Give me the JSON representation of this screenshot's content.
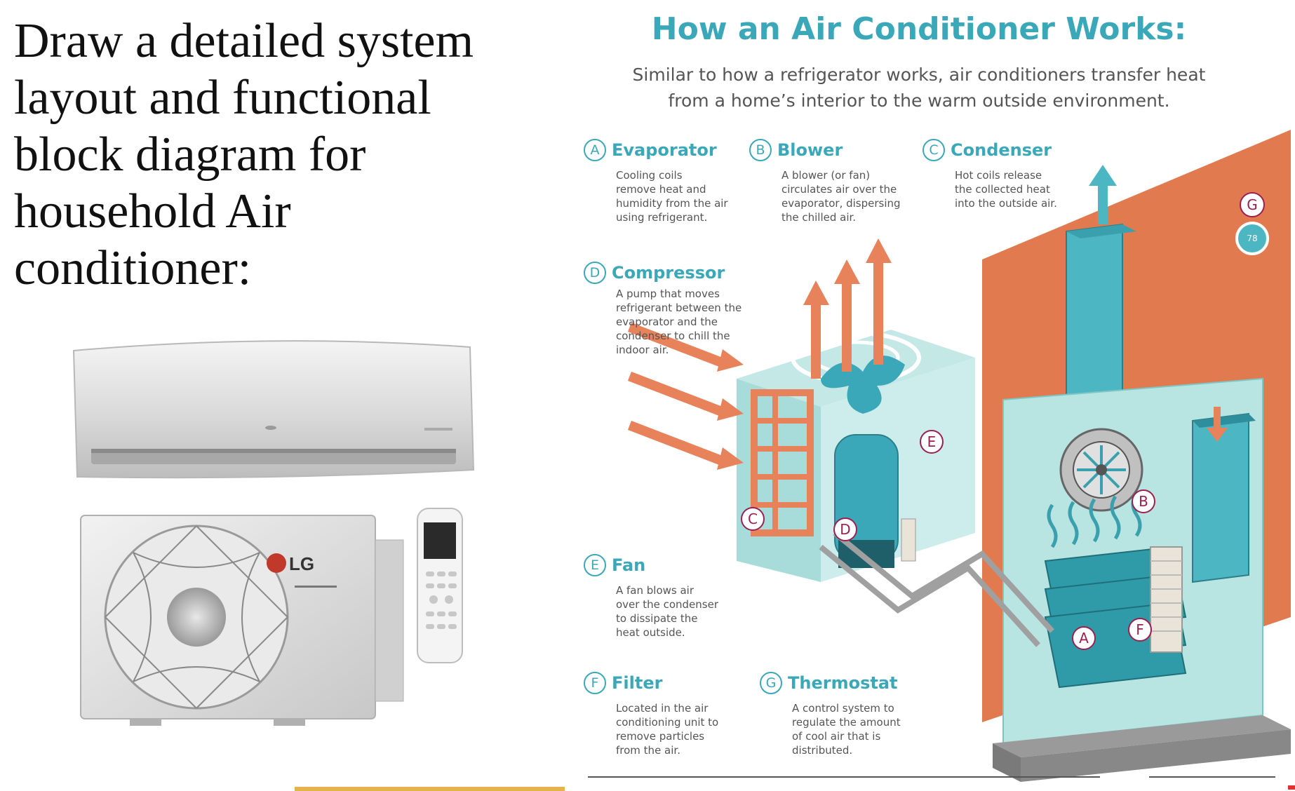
{
  "question": {
    "lines": [
      "Draw a detailed system",
      "layout and functional",
      "block diagram for",
      "household Air",
      "conditioner:"
    ]
  },
  "infographic": {
    "title": "How an Air Conditioner Works:",
    "subtitle_lines": [
      "Similar to how a refrigerator works, air conditioners transfer heat",
      "from a home’s interior to the warm outside environment."
    ],
    "components": [
      {
        "letter": "A",
        "name": "Evaporator",
        "desc": [
          "Cooling coils",
          "remove heat and",
          "humidity from the air",
          "using refrigerant."
        ]
      },
      {
        "letter": "B",
        "name": "Blower",
        "desc": [
          "A blower (or fan)",
          "circulates air over the",
          "evaporator, dispersing",
          "the chilled air."
        ]
      },
      {
        "letter": "C",
        "name": "Condenser",
        "desc": [
          "Hot coils release",
          "the collected heat",
          "into the outside air."
        ]
      },
      {
        "letter": "D",
        "name": "Compressor",
        "desc": [
          "A pump that moves",
          "refrigerant between the",
          "evaporator and the",
          "condenser to chill the",
          "indoor air."
        ]
      },
      {
        "letter": "E",
        "name": "Fan",
        "desc": [
          "A fan blows air",
          "over the condenser",
          "to dissipate the",
          "heat outside."
        ]
      },
      {
        "letter": "F",
        "name": "Filter",
        "desc": [
          "Located in the air",
          "conditioning unit to",
          "remove particles",
          "from the air."
        ]
      },
      {
        "letter": "G",
        "name": "Thermostat",
        "desc": [
          "A control system to",
          "regulate the amount",
          "of cool air that is",
          "distributed."
        ]
      }
    ],
    "thermostat_reading": "78"
  },
  "product": {
    "brand": "LG"
  },
  "colors": {
    "accent_teal": "#3aa8b8",
    "orange": "#e8825a",
    "badge_pink": "#9a2050",
    "wall_orange": "#e27a50"
  }
}
